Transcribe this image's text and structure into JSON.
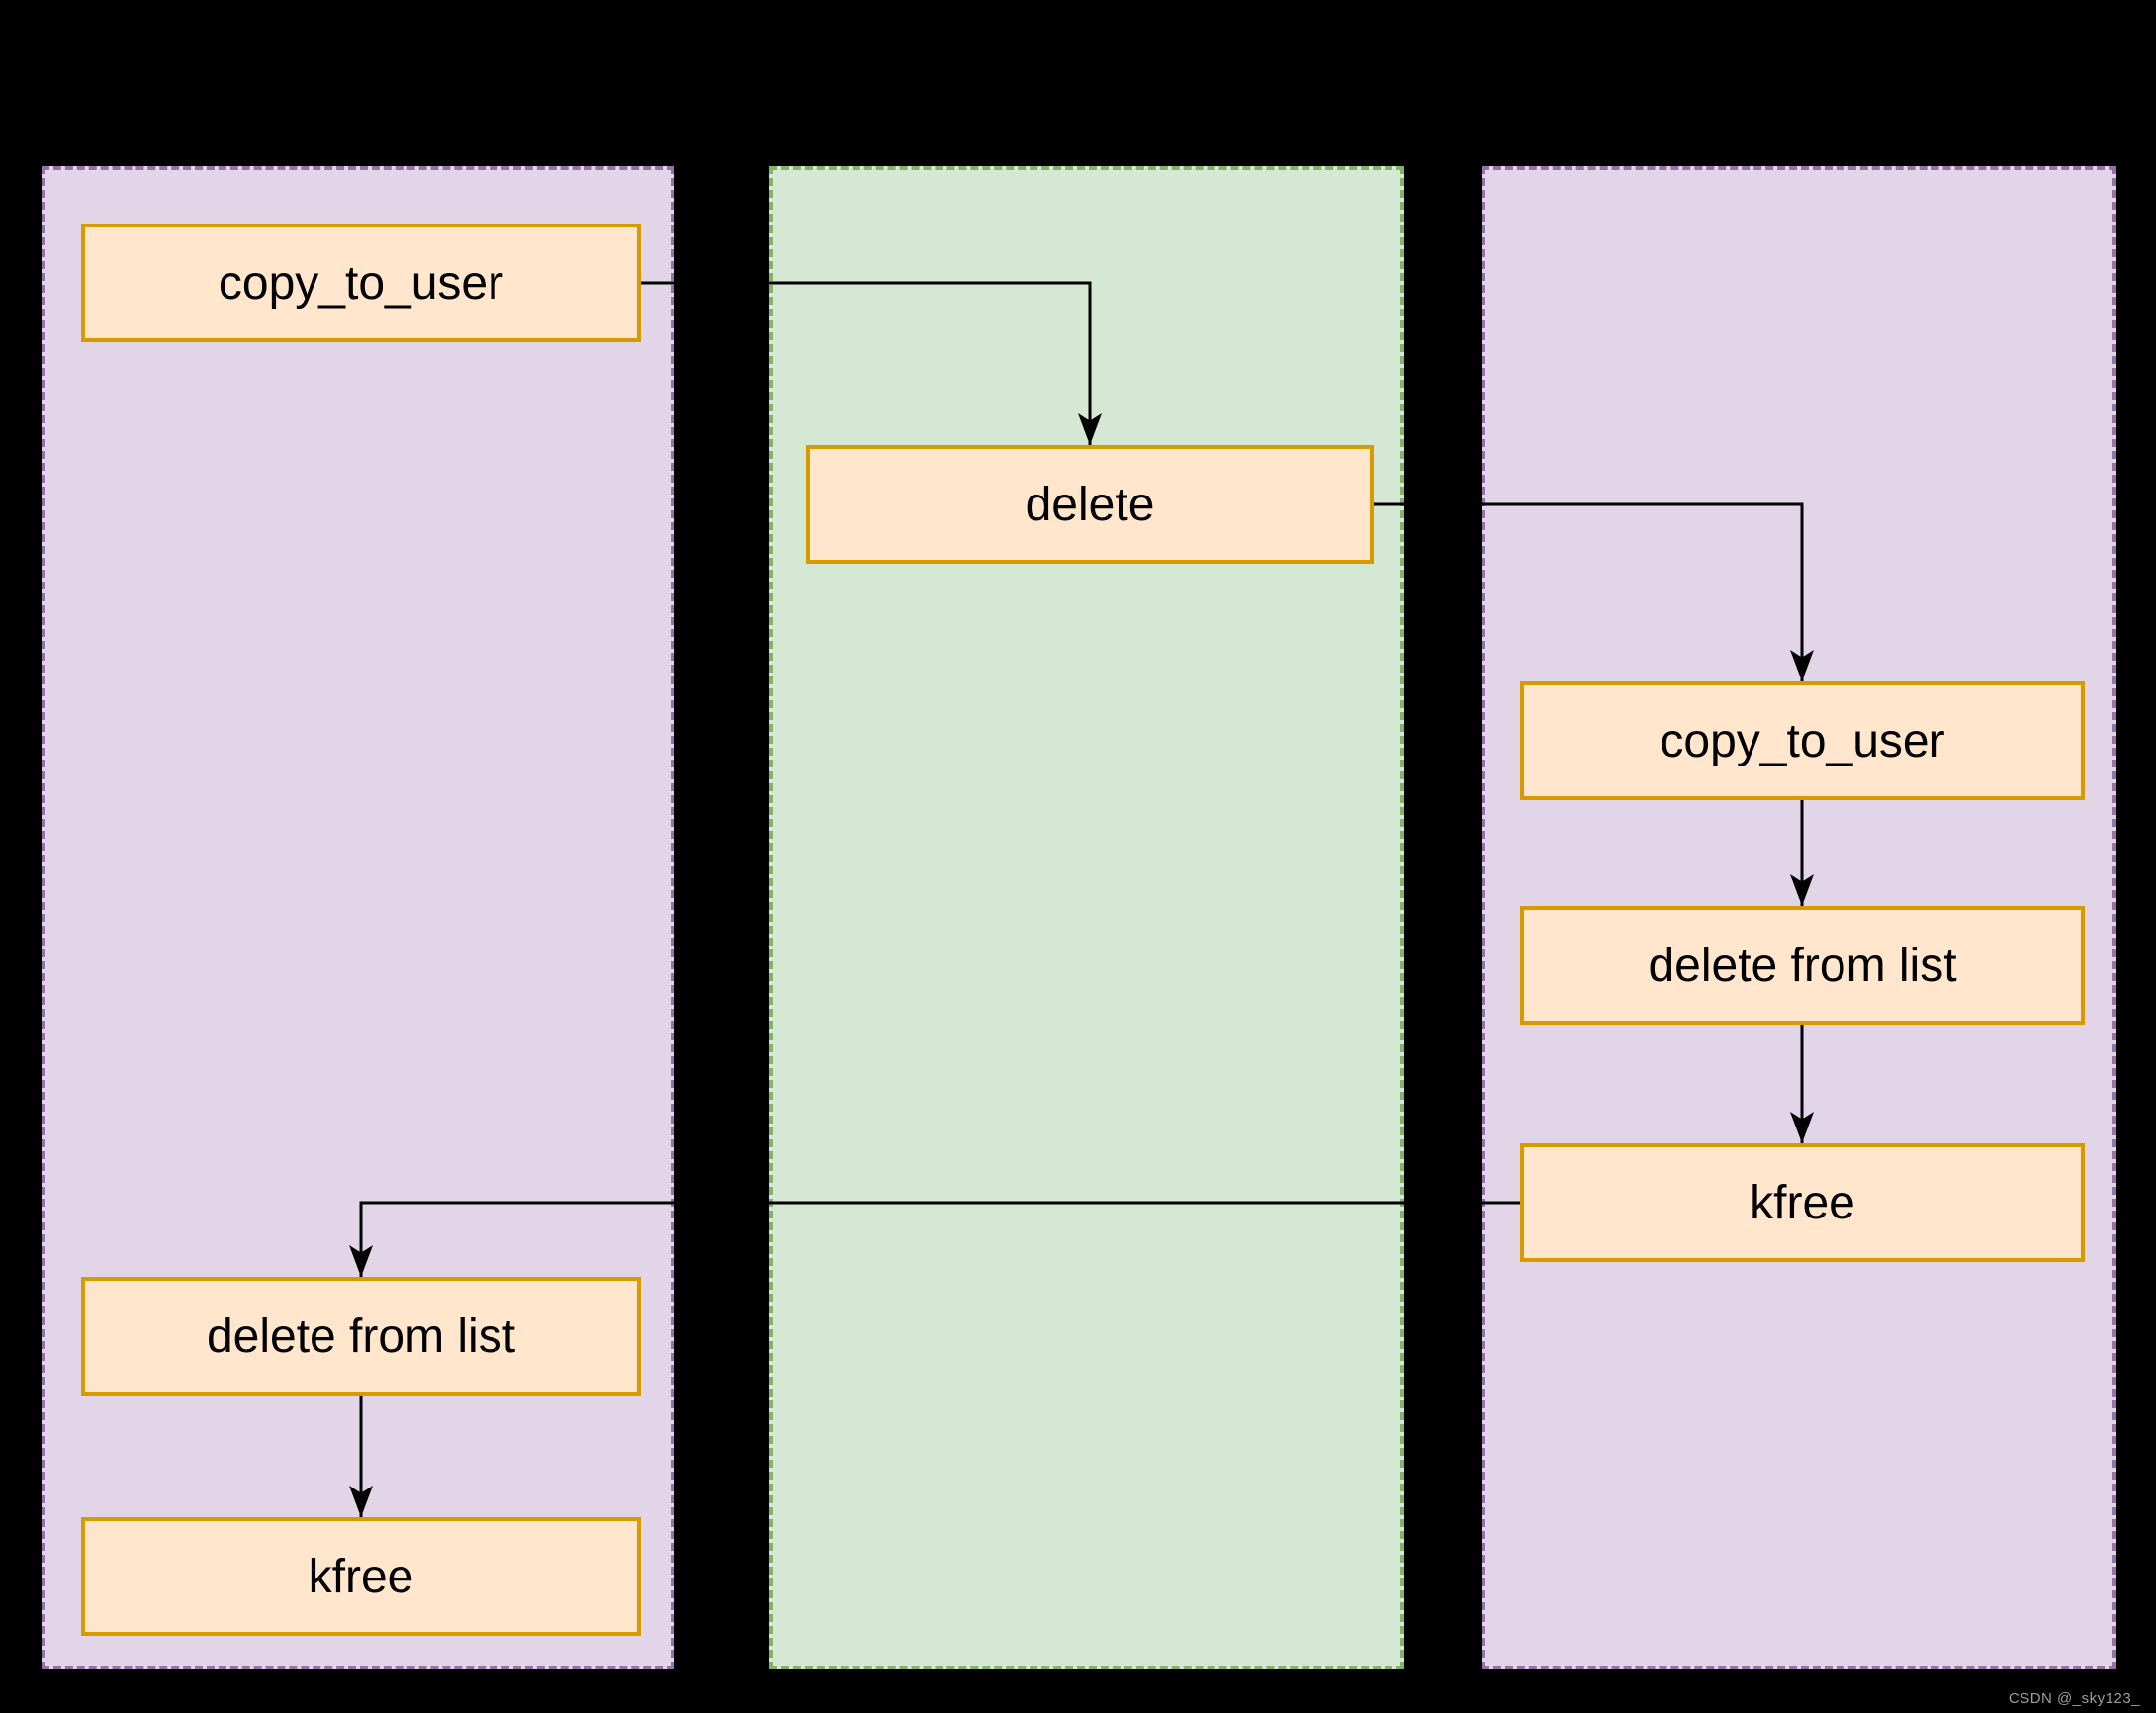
{
  "diagram": {
    "lanes": [
      {
        "id": "lane-left",
        "fill": "#e1d5e7",
        "border": "#9673a6"
      },
      {
        "id": "lane-middle",
        "fill": "#d5e8d4",
        "border": "#82b366"
      },
      {
        "id": "lane-right",
        "fill": "#e1d5e7",
        "border": "#9673a6"
      }
    ],
    "nodes": [
      {
        "id": "left-copy-to-user",
        "lane": "lane-left",
        "label": "copy_to_user"
      },
      {
        "id": "left-delete-from-list",
        "lane": "lane-left",
        "label": "delete from list"
      },
      {
        "id": "left-kfree",
        "lane": "lane-left",
        "label": "kfree"
      },
      {
        "id": "middle-delete",
        "lane": "lane-middle",
        "label": "delete"
      },
      {
        "id": "right-copy-to-user",
        "lane": "lane-right",
        "label": "copy_to_user"
      },
      {
        "id": "right-delete-from-list",
        "lane": "lane-right",
        "label": "delete from list"
      },
      {
        "id": "right-kfree",
        "lane": "lane-right",
        "label": "kfree"
      }
    ],
    "edges": [
      {
        "from": "left-copy-to-user",
        "to": "middle-delete"
      },
      {
        "from": "middle-delete",
        "to": "right-copy-to-user"
      },
      {
        "from": "right-copy-to-user",
        "to": "right-delete-from-list"
      },
      {
        "from": "right-delete-from-list",
        "to": "right-kfree"
      },
      {
        "from": "right-kfree",
        "to": "left-delete-from-list"
      },
      {
        "from": "left-delete-from-list",
        "to": "left-kfree"
      }
    ],
    "colors": {
      "background": "#000000",
      "node_fill": "#ffe6cc",
      "node_border": "#d79b00",
      "lane_purple_fill": "#e1d5e7",
      "lane_purple_border": "#9673a6",
      "lane_green_fill": "#d5e8d4",
      "lane_green_border": "#82b366",
      "arrow": "#000000",
      "watermark_text_color": "#9e9e9e"
    },
    "watermark": "CSDN @_sky123_"
  }
}
